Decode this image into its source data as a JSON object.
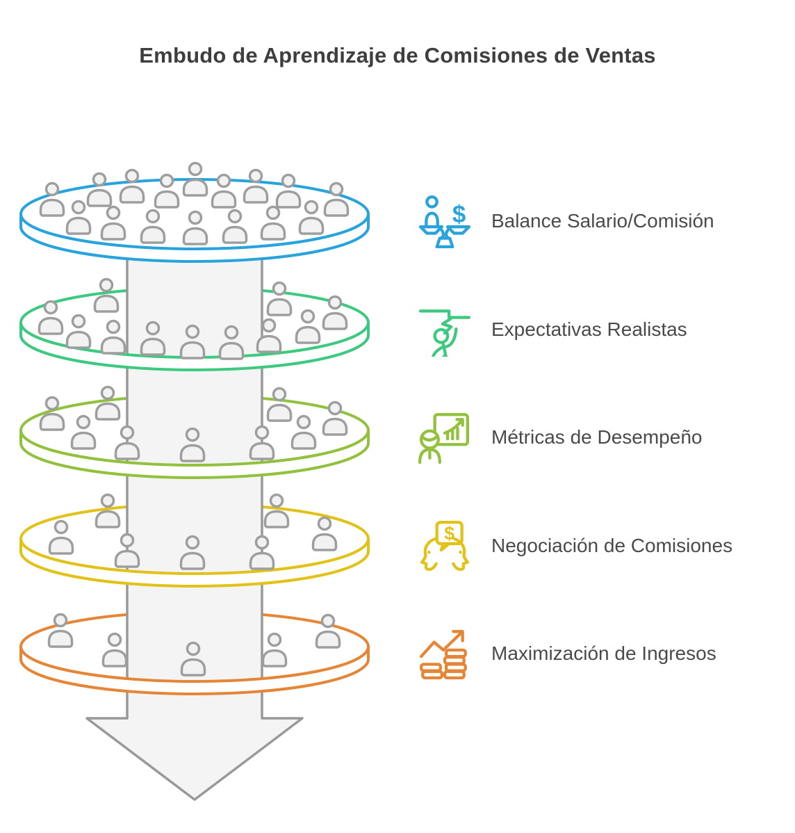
{
  "title": "Embudo de Aprendizaje de Comisiones de Ventas",
  "funnel": {
    "type": "funnel",
    "direction": "down",
    "arrow_color": "#999999",
    "people_stroke_color": "#9E9E9E",
    "people_fill_color": "#F2F2F2",
    "stages": [
      {
        "label": "Balance Salario/Comisión",
        "color": "#29A3DC",
        "icon": "balance-scale-icon",
        "people_count": 16
      },
      {
        "label": "Expectativas Realistas",
        "color": "#3DC97F",
        "icon": "climbing-person-icon",
        "people_count": 11
      },
      {
        "label": "Métricas de Desempeño",
        "color": "#92C13E",
        "icon": "performance-chart-icon",
        "people_count": 9
      },
      {
        "label": "Negociación de Comisiones",
        "color": "#E3C217",
        "icon": "negotiation-chat-icon",
        "people_count": 7
      },
      {
        "label": "Maximización de Ingresos",
        "color": "#E58637",
        "icon": "rising-income-icon",
        "people_count": 5
      }
    ],
    "dollar_symbol": "$"
  }
}
